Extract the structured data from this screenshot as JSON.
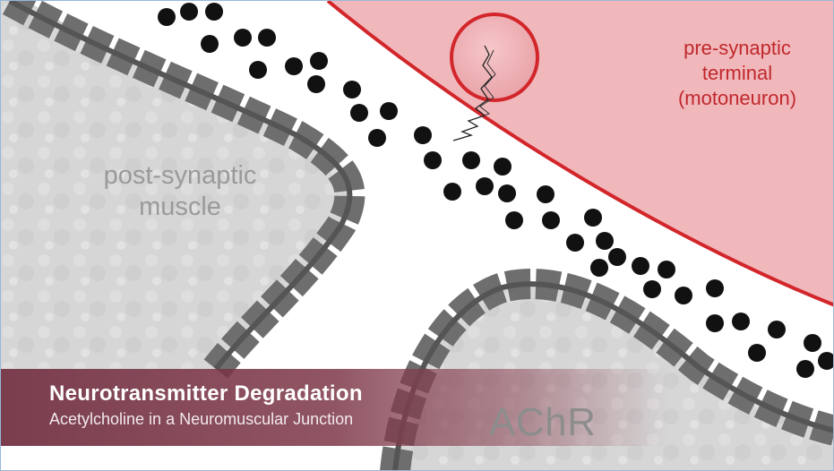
{
  "labels": {
    "post_synaptic": [
      "post-synaptic",
      "muscle"
    ],
    "pre_synaptic": [
      "pre-synaptic",
      "terminal",
      "(motoneuron)"
    ],
    "receptor": "AChR"
  },
  "caption": {
    "title": "Neurotransmitter Degradation",
    "subtitle": "Acetylcholine in a Neuromuscular Junction"
  },
  "colors": {
    "presynaptic_fill": "#f1b8bc",
    "presynaptic_border": "#d2262b",
    "muscle_fill": "#d9d9d9",
    "receptor": "#6e6e6e",
    "molecule": "#111111",
    "caption_bar": "#6e2d3e"
  }
}
